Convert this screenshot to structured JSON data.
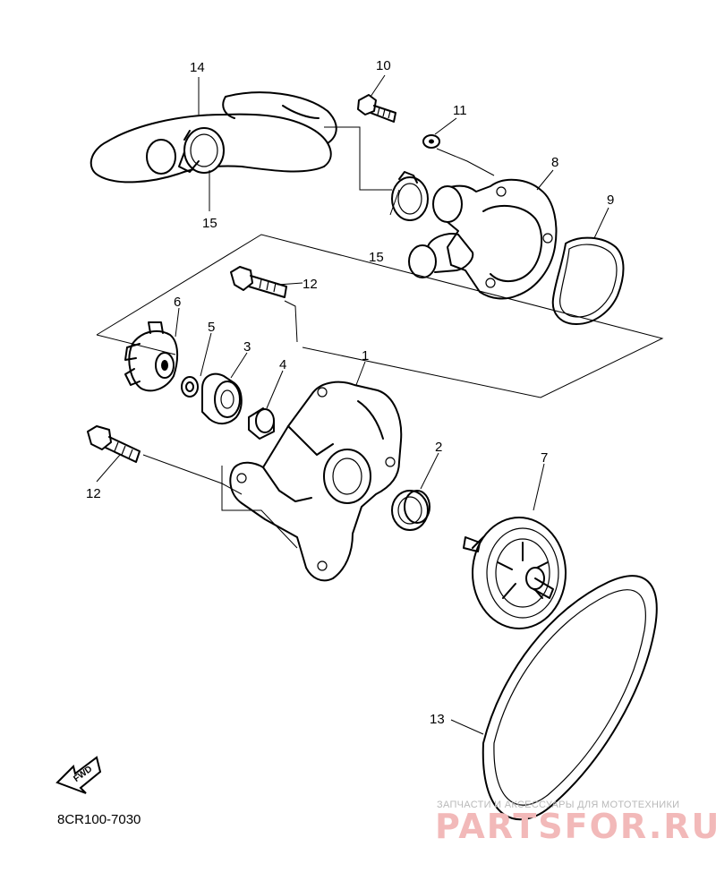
{
  "callouts": {
    "c1": "1",
    "c2": "2",
    "c3": "3",
    "c4": "4",
    "c5": "5",
    "c6": "6",
    "c7": "7",
    "c8": "8",
    "c9": "9",
    "c10": "10",
    "c11": "11",
    "c12a": "12",
    "c12b": "12",
    "c13": "13",
    "c14": "14",
    "c15a": "15",
    "c15b": "15"
  },
  "direction_label": "FWD",
  "diagram_code": "8CR100-7030",
  "watermark": {
    "caption": "ЗАПЧАСТИ И АКСЕССУАРЫ ДЛЯ МОТОТЕХНИКИ",
    "brand": "PARTSFOR.RU",
    "color": "#f2b9b9"
  }
}
